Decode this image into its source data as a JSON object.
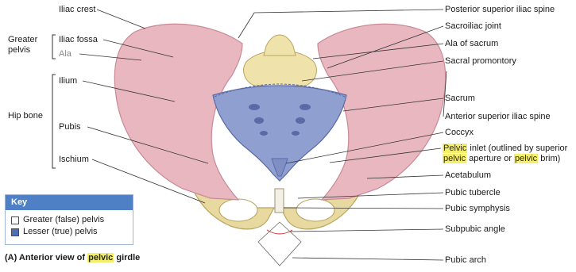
{
  "figure": {
    "caption_prefix": "(A) Anterior view of ",
    "caption_highlight": "pelvic",
    "caption_suffix": " girdle"
  },
  "left_labels": {
    "iliac_crest": "Iliac crest",
    "greater_pelvis": "Greater",
    "greater_pelvis_2": "pelvis",
    "iliac_fossa": "Iliac fossa",
    "ala": "Ala",
    "hip_bone": "Hip bone",
    "ilium": "Ilium",
    "pubis": "Pubis",
    "ischium": "Ischium"
  },
  "right_labels": {
    "posterior_superior_iliac_spine": "Posterior superior iliac spine",
    "sacroiliac_joint": "Sacroiliac joint",
    "ala_of_sacrum": "Ala of sacrum",
    "sacral_promontory": "Sacral promontory",
    "sacrum": "Sacrum",
    "anterior_superior_iliac_spine": "Anterior superior iliac spine",
    "coccyx": "Coccyx",
    "pelvic_inlet_1": "Pelvic",
    "pelvic_inlet_2": " inlet (outlined by superior",
    "pelvic_inlet_3": "pelvic",
    "pelvic_inlet_4": " aperture or ",
    "pelvic_inlet_5": "pelvic",
    "pelvic_inlet_6": " brim)",
    "acetabulum": "Acetabulum",
    "pubic_tubercle": "Pubic tubercle",
    "pubic_symphysis": "Pubic symphysis",
    "subpubic_angle": "Subpubic angle",
    "pubic_arch": "Pubic arch"
  },
  "key": {
    "title": "Key",
    "items": [
      {
        "label": "Greater (false) pelvis",
        "color": "#ffffff"
      },
      {
        "label": "Lesser (true) pelvis",
        "color": "#4f6fb5"
      }
    ]
  },
  "colors": {
    "hip_bone": "#e9b7c0",
    "hip_bone_edge": "#c98a97",
    "sacrum": "#8f9fd0",
    "sacrum_edge": "#5b6aa6",
    "pubic_bone": "#e8d9a0",
    "pubic_bone_edge": "#b8a560",
    "highlight": "#f5ee6a",
    "key_header": "#4f7fc4",
    "leader": "#333333"
  }
}
